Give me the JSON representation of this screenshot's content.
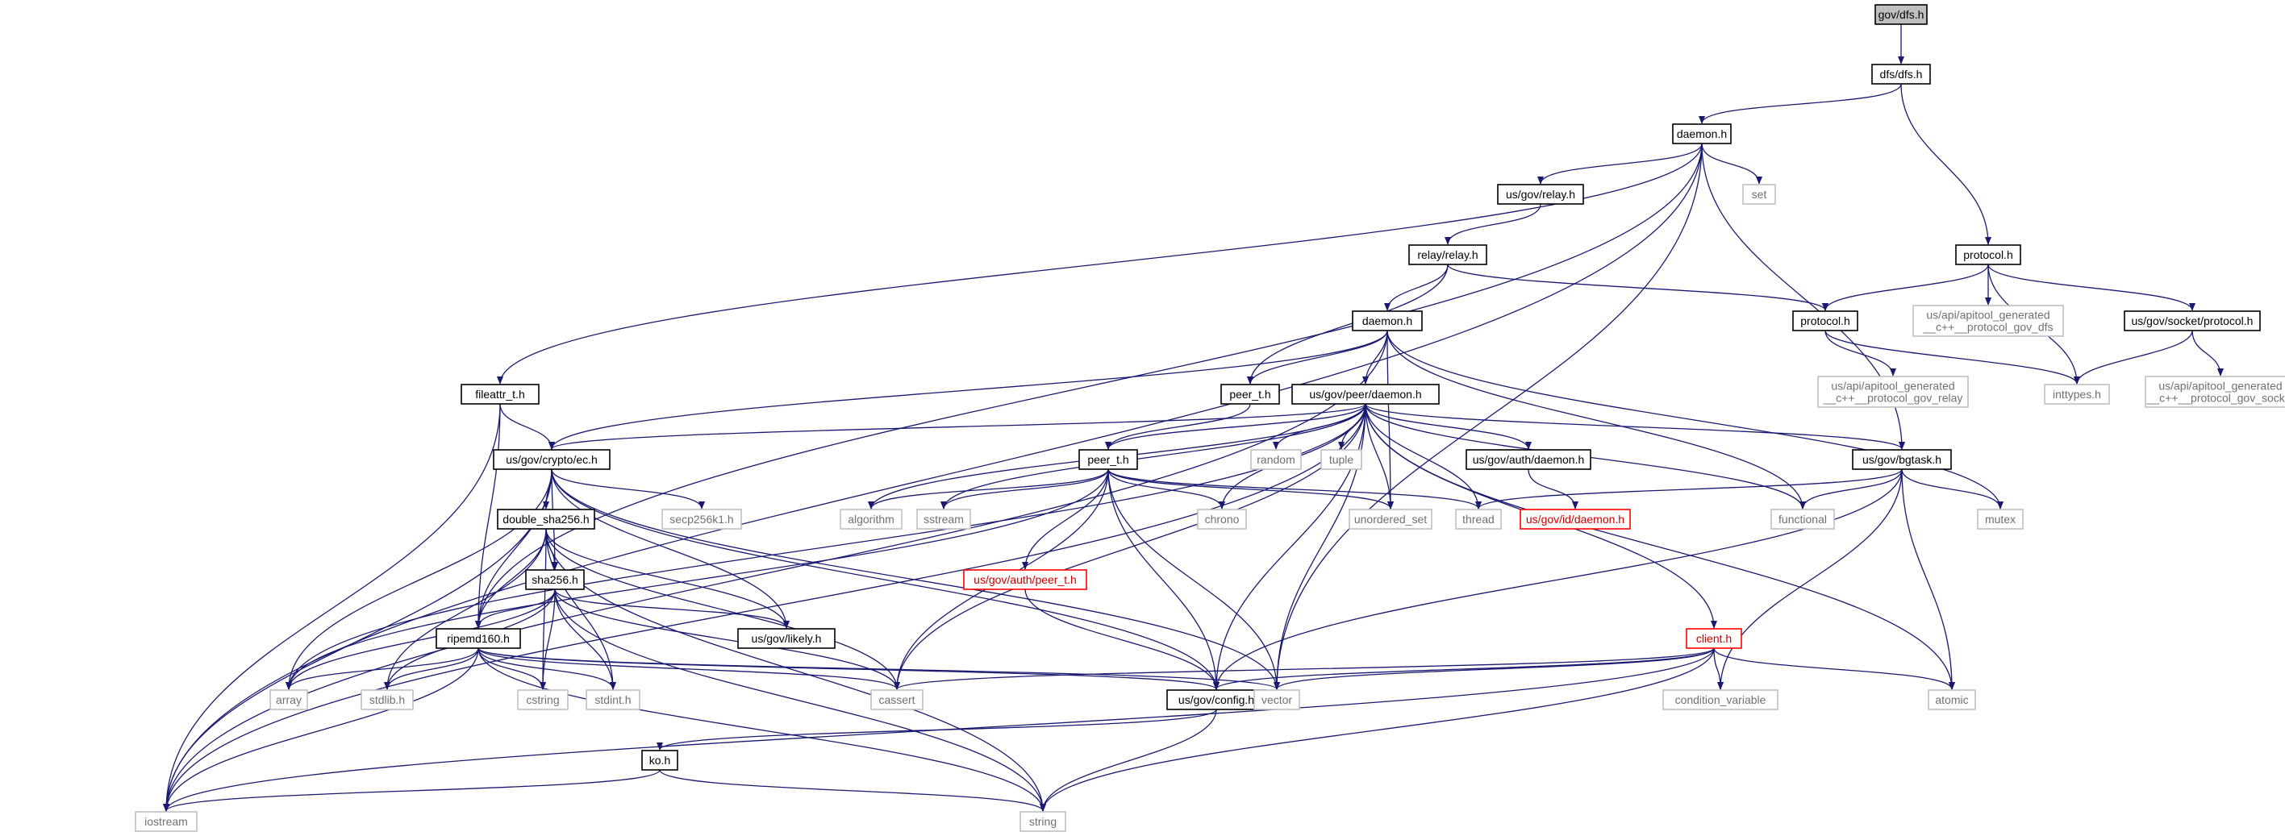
{
  "colors": {
    "edge": "#191970",
    "box_project": "#000000",
    "box_system": "#bfbfbf",
    "box_truncated": "#ff0000",
    "fill_root": "#bfbfbf",
    "text_project": "#000000",
    "text_system": "#707070",
    "text_truncated": "#cc0000"
  },
  "nodes": [
    {
      "id": "gov_dfs_h",
      "label": "gov/dfs.h",
      "kind": "root"
    },
    {
      "id": "dfs_dfs_h",
      "label": "dfs/dfs.h",
      "kind": "project"
    },
    {
      "id": "daemon_h",
      "label": "daemon.h",
      "kind": "project"
    },
    {
      "id": "relay_h",
      "label": "us/gov/relay.h",
      "kind": "project"
    },
    {
      "id": "set",
      "label": "set",
      "kind": "system"
    },
    {
      "id": "relay_relay_h",
      "label": "relay/relay.h",
      "kind": "project"
    },
    {
      "id": "protocol_h_top",
      "label": "protocol.h",
      "kind": "project"
    },
    {
      "id": "daemon_h2",
      "label": "daemon.h",
      "kind": "project"
    },
    {
      "id": "protocol_h",
      "label": "protocol.h",
      "kind": "project"
    },
    {
      "id": "api_dfs",
      "label": "us/api/apitool_generated\n__c++__protocol_gov_dfs",
      "kind": "system"
    },
    {
      "id": "socket_protocol_h",
      "label": "us/gov/socket/protocol.h",
      "kind": "project"
    },
    {
      "id": "fileattr_h",
      "label": "fileattr_t.h",
      "kind": "project"
    },
    {
      "id": "peer_t_h_top",
      "label": "peer_t.h",
      "kind": "project"
    },
    {
      "id": "peer_daemon_h",
      "label": "us/gov/peer/daemon.h",
      "kind": "project"
    },
    {
      "id": "api_relay",
      "label": "us/api/apitool_generated\n__c++__protocol_gov_relay",
      "kind": "system"
    },
    {
      "id": "inttypes_h",
      "label": "inttypes.h",
      "kind": "system"
    },
    {
      "id": "api_socket",
      "label": "us/api/apitool_generated\n__c++__protocol_gov_socket",
      "kind": "system"
    },
    {
      "id": "crypto_ec_h",
      "label": "us/gov/crypto/ec.h",
      "kind": "project"
    },
    {
      "id": "random",
      "label": "random",
      "kind": "system"
    },
    {
      "id": "tuple",
      "label": "tuple",
      "kind": "system"
    },
    {
      "id": "auth_daemon_h",
      "label": "us/gov/auth/daemon.h",
      "kind": "project"
    },
    {
      "id": "bgtask_h",
      "label": "us/gov/bgtask.h",
      "kind": "project"
    },
    {
      "id": "peer_t_h",
      "label": "peer_t.h",
      "kind": "project"
    },
    {
      "id": "algorithm",
      "label": "algorithm",
      "kind": "system"
    },
    {
      "id": "sstream",
      "label": "sstream",
      "kind": "system"
    },
    {
      "id": "chrono",
      "label": "chrono",
      "kind": "system"
    },
    {
      "id": "unordered_set",
      "label": "unordered_set",
      "kind": "system"
    },
    {
      "id": "thread",
      "label": "thread",
      "kind": "system"
    },
    {
      "id": "id_daemon_h",
      "label": "us/gov/id/daemon.h",
      "kind": "truncated"
    },
    {
      "id": "functional",
      "label": "functional",
      "kind": "system"
    },
    {
      "id": "mutex",
      "label": "mutex",
      "kind": "system"
    },
    {
      "id": "secp256k1_h",
      "label": "secp256k1.h",
      "kind": "system"
    },
    {
      "id": "double_sha256_h",
      "label": "double_sha256.h",
      "kind": "project"
    },
    {
      "id": "auth_peer_t_h",
      "label": "us/gov/auth/peer_t.h",
      "kind": "truncated"
    },
    {
      "id": "sha256_h",
      "label": "sha256.h",
      "kind": "project"
    },
    {
      "id": "likely_h",
      "label": "us/gov/likely.h",
      "kind": "project"
    },
    {
      "id": "client_h",
      "label": "client.h",
      "kind": "truncated"
    },
    {
      "id": "ripemd160_h",
      "label": "ripemd160.h",
      "kind": "project"
    },
    {
      "id": "array",
      "label": "array",
      "kind": "system"
    },
    {
      "id": "stdlib_h",
      "label": "stdlib.h",
      "kind": "system"
    },
    {
      "id": "cstring",
      "label": "cstring",
      "kind": "system"
    },
    {
      "id": "stdint_h",
      "label": "stdint.h",
      "kind": "system"
    },
    {
      "id": "cassert",
      "label": "cassert",
      "kind": "system"
    },
    {
      "id": "config_h",
      "label": "us/gov/config.h",
      "kind": "project"
    },
    {
      "id": "vector",
      "label": "vector",
      "kind": "system"
    },
    {
      "id": "condition_variable",
      "label": "condition_variable",
      "kind": "system"
    },
    {
      "id": "atomic",
      "label": "atomic",
      "kind": "system"
    },
    {
      "id": "ko_h",
      "label": "ko.h",
      "kind": "project"
    },
    {
      "id": "iostream",
      "label": "iostream",
      "kind": "system"
    },
    {
      "id": "string",
      "label": "string",
      "kind": "system"
    }
  ],
  "edges": [
    [
      "gov_dfs_h",
      "dfs_dfs_h"
    ],
    [
      "dfs_dfs_h",
      "daemon_h"
    ],
    [
      "dfs_dfs_h",
      "protocol_h_top"
    ],
    [
      "daemon_h",
      "relay_h"
    ],
    [
      "daemon_h",
      "set"
    ],
    [
      "daemon_h",
      "fileattr_h"
    ],
    [
      "daemon_h",
      "ripemd160_h"
    ],
    [
      "daemon_h",
      "iostream"
    ],
    [
      "daemon_h",
      "bgtask_h"
    ],
    [
      "daemon_h",
      "vector"
    ],
    [
      "relay_h",
      "relay_relay_h"
    ],
    [
      "relay_relay_h",
      "daemon_h2"
    ],
    [
      "relay_relay_h",
      "protocol_h"
    ],
    [
      "relay_relay_h",
      "peer_t_h_top"
    ],
    [
      "protocol_h_top",
      "protocol_h"
    ],
    [
      "protocol_h_top",
      "api_dfs"
    ],
    [
      "protocol_h_top",
      "socket_protocol_h"
    ],
    [
      "protocol_h_top",
      "inttypes_h"
    ],
    [
      "daemon_h2",
      "peer_t_h_top"
    ],
    [
      "daemon_h2",
      "peer_daemon_h"
    ],
    [
      "daemon_h2",
      "crypto_ec_h"
    ],
    [
      "daemon_h2",
      "iostream"
    ],
    [
      "daemon_h2",
      "unordered_set"
    ],
    [
      "daemon_h2",
      "functional"
    ],
    [
      "daemon_h2",
      "mutex"
    ],
    [
      "protocol_h",
      "api_relay"
    ],
    [
      "protocol_h",
      "inttypes_h"
    ],
    [
      "socket_protocol_h",
      "inttypes_h"
    ],
    [
      "socket_protocol_h",
      "api_socket"
    ],
    [
      "fileattr_h",
      "crypto_ec_h"
    ],
    [
      "fileattr_h",
      "ripemd160_h"
    ],
    [
      "fileattr_h",
      "iostream"
    ],
    [
      "peer_t_h_top",
      "peer_t_h"
    ],
    [
      "peer_daemon_h",
      "peer_t_h"
    ],
    [
      "peer_daemon_h",
      "crypto_ec_h"
    ],
    [
      "peer_daemon_h",
      "random"
    ],
    [
      "peer_daemon_h",
      "tuple"
    ],
    [
      "peer_daemon_h",
      "auth_daemon_h"
    ],
    [
      "peer_daemon_h",
      "bgtask_h"
    ],
    [
      "peer_daemon_h",
      "algorithm"
    ],
    [
      "peer_daemon_h",
      "sstream"
    ],
    [
      "peer_daemon_h",
      "chrono"
    ],
    [
      "peer_daemon_h",
      "unordered_set"
    ],
    [
      "peer_daemon_h",
      "thread"
    ],
    [
      "peer_daemon_h",
      "functional"
    ],
    [
      "peer_daemon_h",
      "atomic"
    ],
    [
      "peer_daemon_h",
      "client_h"
    ],
    [
      "peer_daemon_h",
      "config_h"
    ],
    [
      "peer_daemon_h",
      "cassert"
    ],
    [
      "peer_daemon_h",
      "vector"
    ],
    [
      "peer_daemon_h",
      "iostream"
    ],
    [
      "peer_daemon_h",
      "array"
    ],
    [
      "auth_daemon_h",
      "id_daemon_h"
    ],
    [
      "bgtask_h",
      "thread"
    ],
    [
      "bgtask_h",
      "functional"
    ],
    [
      "bgtask_h",
      "mutex"
    ],
    [
      "bgtask_h",
      "condition_variable"
    ],
    [
      "bgtask_h",
      "atomic"
    ],
    [
      "bgtask_h",
      "config_h"
    ],
    [
      "crypto_ec_h",
      "secp256k1_h"
    ],
    [
      "crypto_ec_h",
      "double_sha256_h"
    ],
    [
      "crypto_ec_h",
      "sha256_h"
    ],
    [
      "crypto_ec_h",
      "ripemd160_h"
    ],
    [
      "crypto_ec_h",
      "likely_h"
    ],
    [
      "crypto_ec_h",
      "config_h"
    ],
    [
      "crypto_ec_h",
      "vector"
    ],
    [
      "crypto_ec_h",
      "array"
    ],
    [
      "crypto_ec_h",
      "iostream"
    ],
    [
      "peer_t_h",
      "algorithm"
    ],
    [
      "peer_t_h",
      "sstream"
    ],
    [
      "peer_t_h",
      "chrono"
    ],
    [
      "peer_t_h",
      "unordered_set"
    ],
    [
      "peer_t_h",
      "thread"
    ],
    [
      "peer_t_h",
      "auth_peer_t_h"
    ],
    [
      "peer_t_h",
      "config_h"
    ],
    [
      "peer_t_h",
      "cassert"
    ],
    [
      "peer_t_h",
      "vector"
    ],
    [
      "peer_t_h",
      "array"
    ],
    [
      "double_sha256_h",
      "sha256_h"
    ],
    [
      "double_sha256_h",
      "ripemd160_h"
    ],
    [
      "double_sha256_h",
      "likely_h"
    ],
    [
      "double_sha256_h",
      "stdint_h"
    ],
    [
      "double_sha256_h",
      "stdlib_h"
    ],
    [
      "double_sha256_h",
      "cassert"
    ],
    [
      "double_sha256_h",
      "cstring"
    ],
    [
      "double_sha256_h",
      "string"
    ],
    [
      "auth_peer_t_h",
      "config_h"
    ],
    [
      "sha256_h",
      "ripemd160_h"
    ],
    [
      "sha256_h",
      "likely_h"
    ],
    [
      "sha256_h",
      "array"
    ],
    [
      "sha256_h",
      "stdlib_h"
    ],
    [
      "sha256_h",
      "cstring"
    ],
    [
      "sha256_h",
      "stdint_h"
    ],
    [
      "sha256_h",
      "cassert"
    ],
    [
      "sha256_h",
      "string"
    ],
    [
      "client_h",
      "cassert"
    ],
    [
      "client_h",
      "config_h"
    ],
    [
      "client_h",
      "vector"
    ],
    [
      "client_h",
      "condition_variable"
    ],
    [
      "client_h",
      "atomic"
    ],
    [
      "client_h",
      "string"
    ],
    [
      "client_h",
      "iostream"
    ],
    [
      "ripemd160_h",
      "array"
    ],
    [
      "ripemd160_h",
      "stdlib_h"
    ],
    [
      "ripemd160_h",
      "cstring"
    ],
    [
      "ripemd160_h",
      "stdint_h"
    ],
    [
      "ripemd160_h",
      "cassert"
    ],
    [
      "ripemd160_h",
      "config_h"
    ],
    [
      "ripemd160_h",
      "vector"
    ],
    [
      "ripemd160_h",
      "iostream"
    ],
    [
      "ripemd160_h",
      "string"
    ],
    [
      "config_h",
      "ko_h"
    ],
    [
      "config_h",
      "string"
    ],
    [
      "ko_h",
      "iostream"
    ],
    [
      "ko_h",
      "string"
    ]
  ]
}
